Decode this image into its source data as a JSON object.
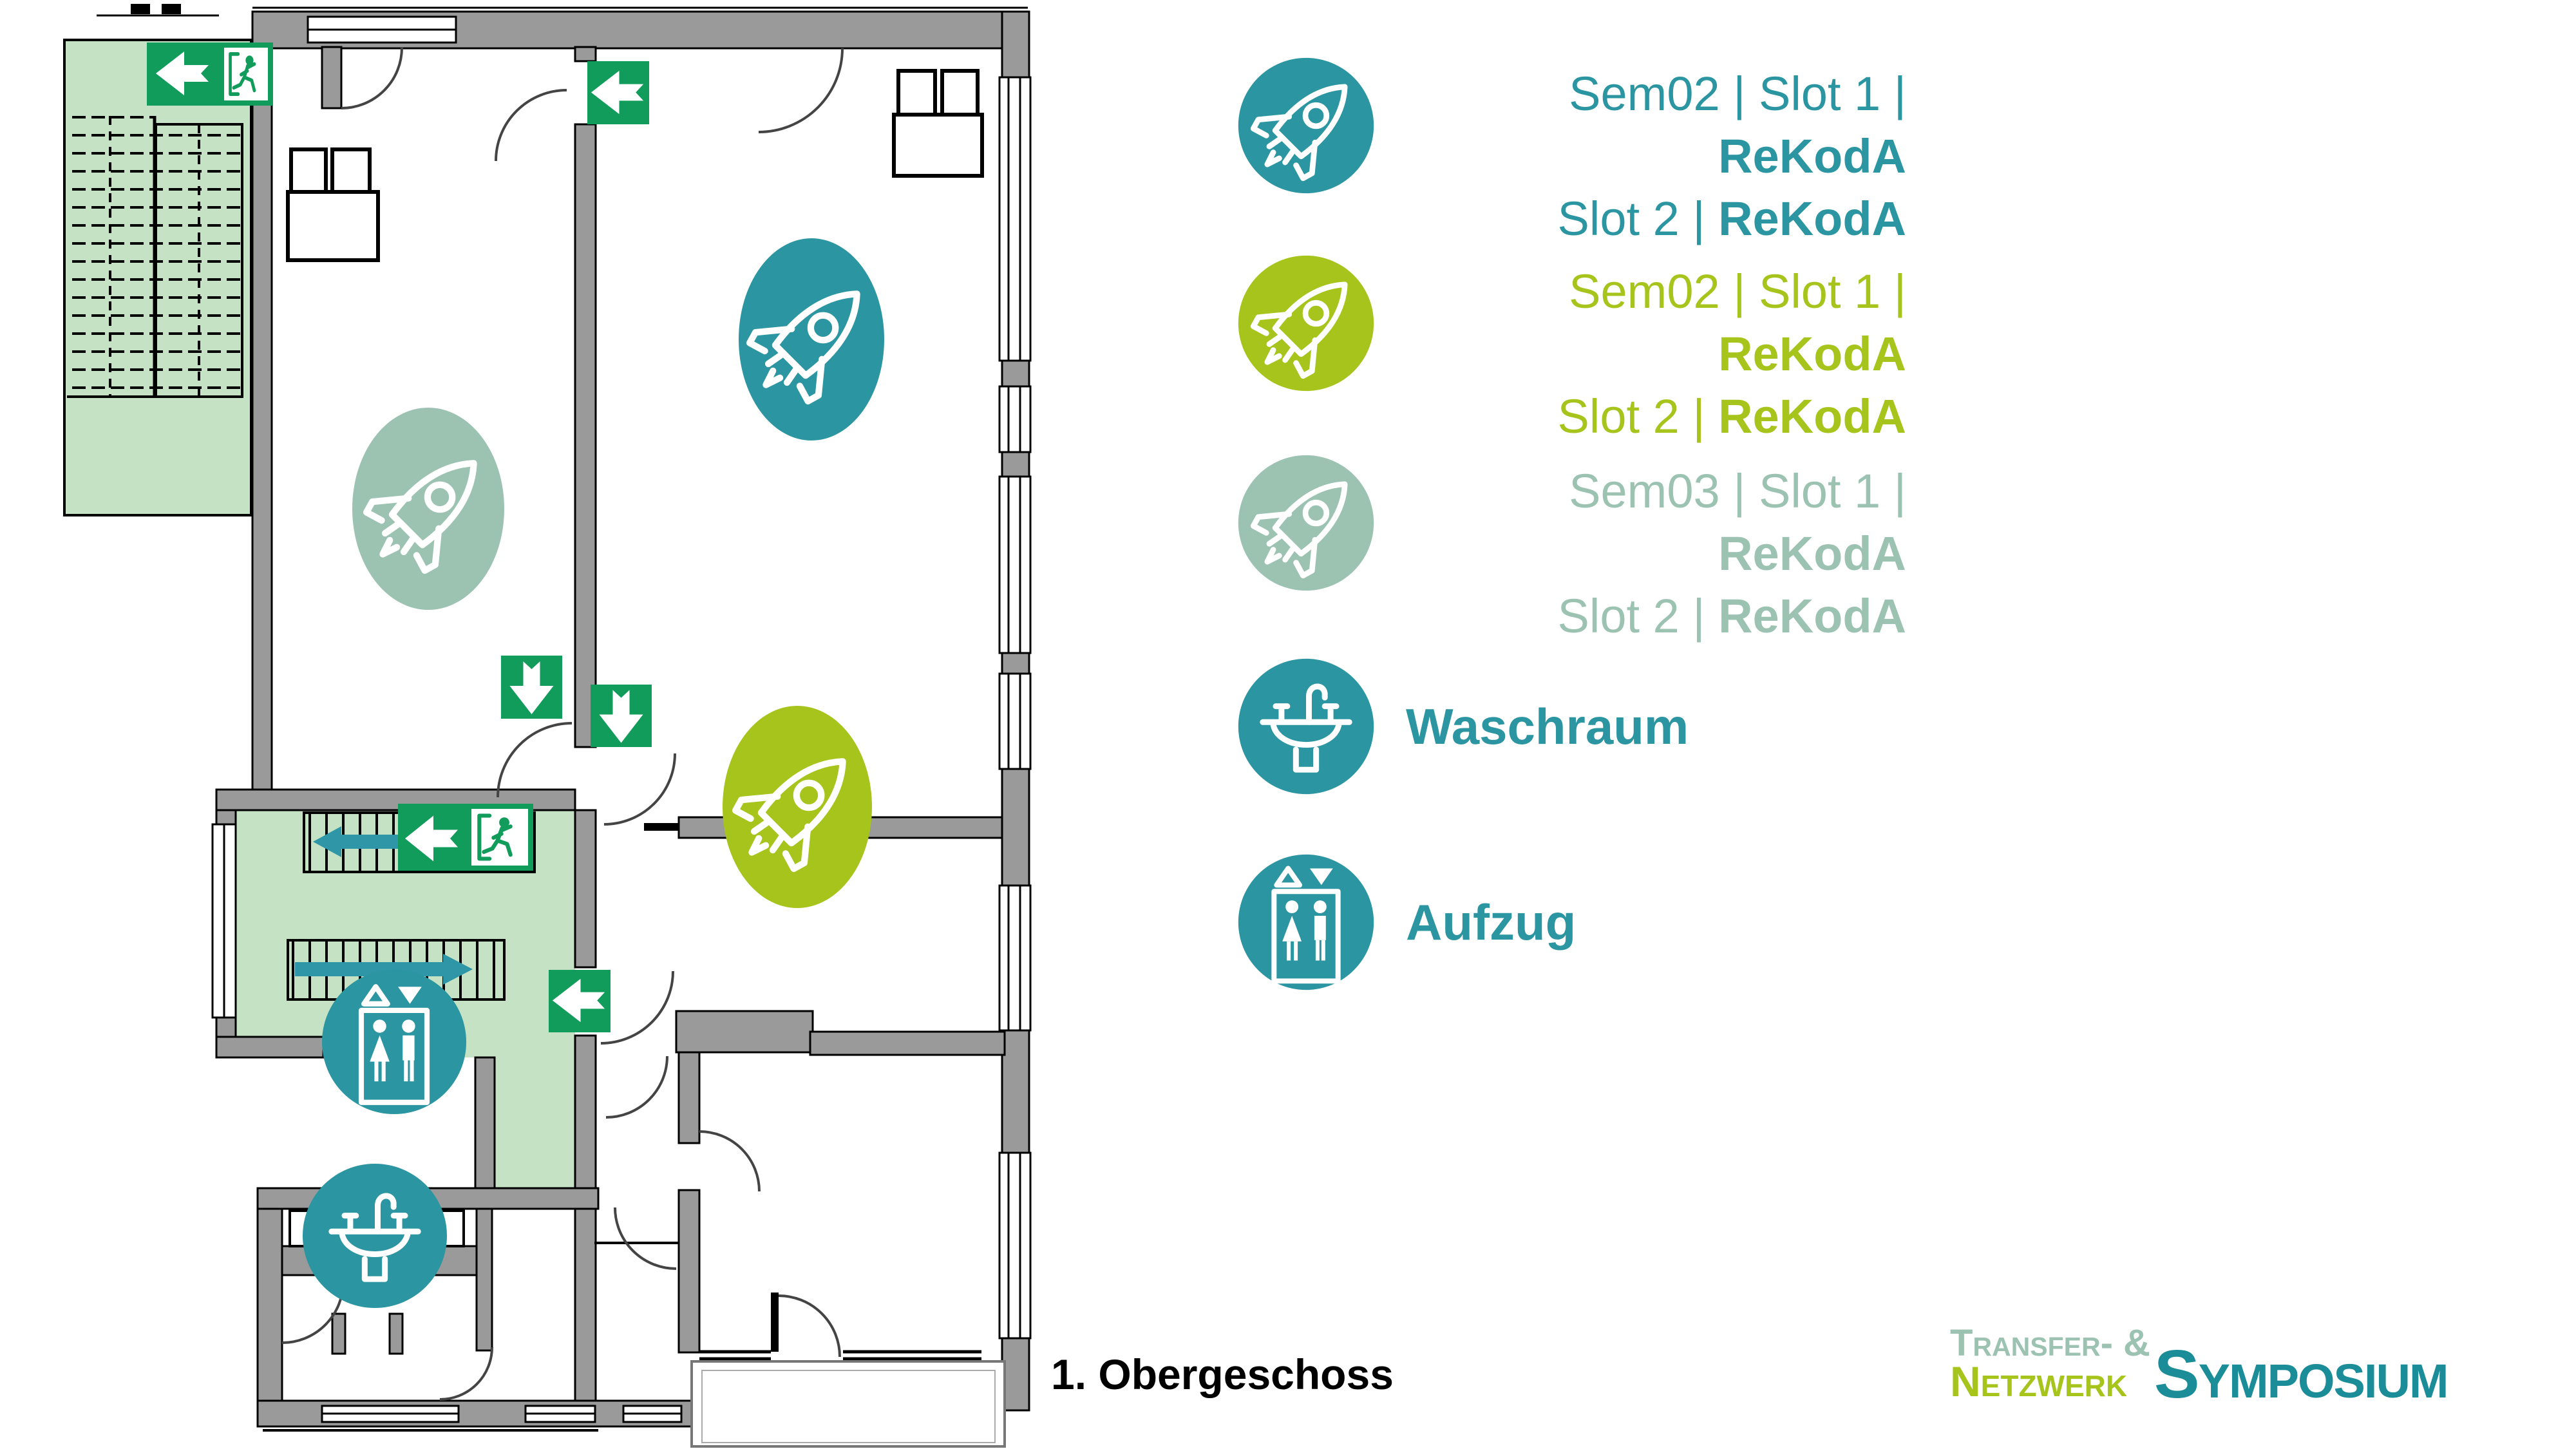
{
  "legend": {
    "items": [
      {
        "id": "sem02-teal",
        "color": "#2b96a1",
        "icon": "rocket-icon",
        "line1_prefix": "Sem02 | Slot 1 | ",
        "line1_bold": "ReKodA",
        "line2_prefix": "Slot 2 | ",
        "line2_bold": "ReKodA"
      },
      {
        "id": "sem02-lime",
        "color": "#a7c41c",
        "icon": "rocket-icon",
        "line1_prefix": "Sem02 | Slot 1 | ",
        "line1_bold": "ReKodA",
        "line2_prefix": "Slot 2 | ",
        "line2_bold": "ReKodA"
      },
      {
        "id": "sem03-sage",
        "color": "#9cc2b2",
        "icon": "rocket-icon",
        "line1_prefix": "Sem03 | Slot 1 | ",
        "line1_bold": "ReKodA",
        "line2_prefix": "Slot 2 | ",
        "line2_bold": "ReKodA"
      }
    ],
    "washroom_label": "Waschraum",
    "elevator_label": "Aufzug"
  },
  "floor": {
    "label": "1. Obergeschoss"
  },
  "logo": {
    "line1": "Transfer- &",
    "line2": "Netzwerk",
    "line3": "Symposium"
  },
  "colors": {
    "teal": "#2b96a1",
    "lime": "#a7c41c",
    "sage": "#9cc2b2",
    "exit_green": "#129c5b",
    "room_green": "#c6e2c4",
    "wall_gray": "#9a9a9a",
    "arrow_teal": "#2e96a6",
    "logo_teal": "#1b8d99",
    "text_black": "#000000"
  },
  "floor_plan": {
    "markers": [
      {
        "name": "rocket-marker-teal",
        "color": "#2b96a1"
      },
      {
        "name": "rocket-marker-sage",
        "color": "#9cc2b2"
      },
      {
        "name": "rocket-marker-lime",
        "color": "#a7c41c"
      },
      {
        "name": "washroom-marker",
        "color": "#2b96a1"
      },
      {
        "name": "elevator-marker",
        "color": "#2b96a1"
      }
    ],
    "exit_signs": {
      "left_arrow_signs": 3,
      "down_arrow_signs": 2,
      "running_man_signs": 2
    }
  }
}
